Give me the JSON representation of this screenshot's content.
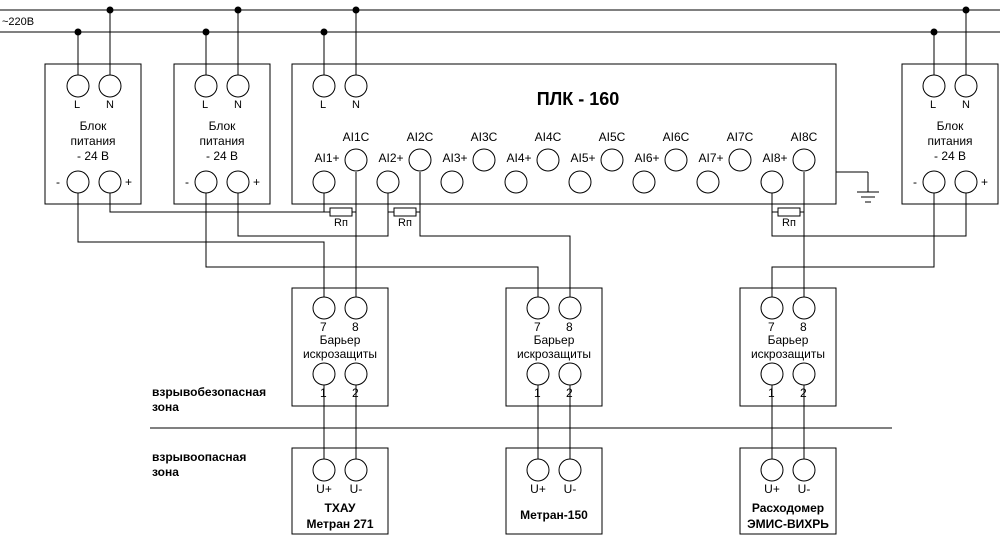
{
  "mains_label": "~220B",
  "psu": {
    "l": "L",
    "n": "N",
    "title": [
      "Блок",
      "питания",
      "- 24 В"
    ],
    "minus": "-",
    "plus": "+"
  },
  "plc": {
    "title": "ПЛК - 160",
    "l": "L",
    "n": "N",
    "c_labels": [
      "AI1C",
      "AI2C",
      "AI3C",
      "AI4C",
      "AI5C",
      "AI6C",
      "AI7C",
      "AI8C"
    ],
    "p_labels": [
      "AI1+",
      "AI2+",
      "AI3+",
      "AI4+",
      "AI5+",
      "AI6+",
      "AI7+",
      "AI8+"
    ]
  },
  "resistor_label": "Rп",
  "barrier": {
    "t7": "7",
    "t8": "8",
    "title": [
      "Барьер",
      "искрозащиты"
    ],
    "t1": "1",
    "t2": "2"
  },
  "zones": {
    "safe": [
      "взрывобезопасная",
      "зона"
    ],
    "hazard": [
      "взрывоопасная",
      "зона"
    ]
  },
  "device_terms": {
    "u_plus": "U+",
    "u_minus": "U-"
  },
  "devices": [
    {
      "lines": [
        "ТХАУ",
        "Метран 271"
      ]
    },
    {
      "lines": [
        "Метран-150"
      ]
    },
    {
      "lines": [
        "Расходомер",
        "ЭМИС-ВИХРЬ"
      ]
    }
  ]
}
